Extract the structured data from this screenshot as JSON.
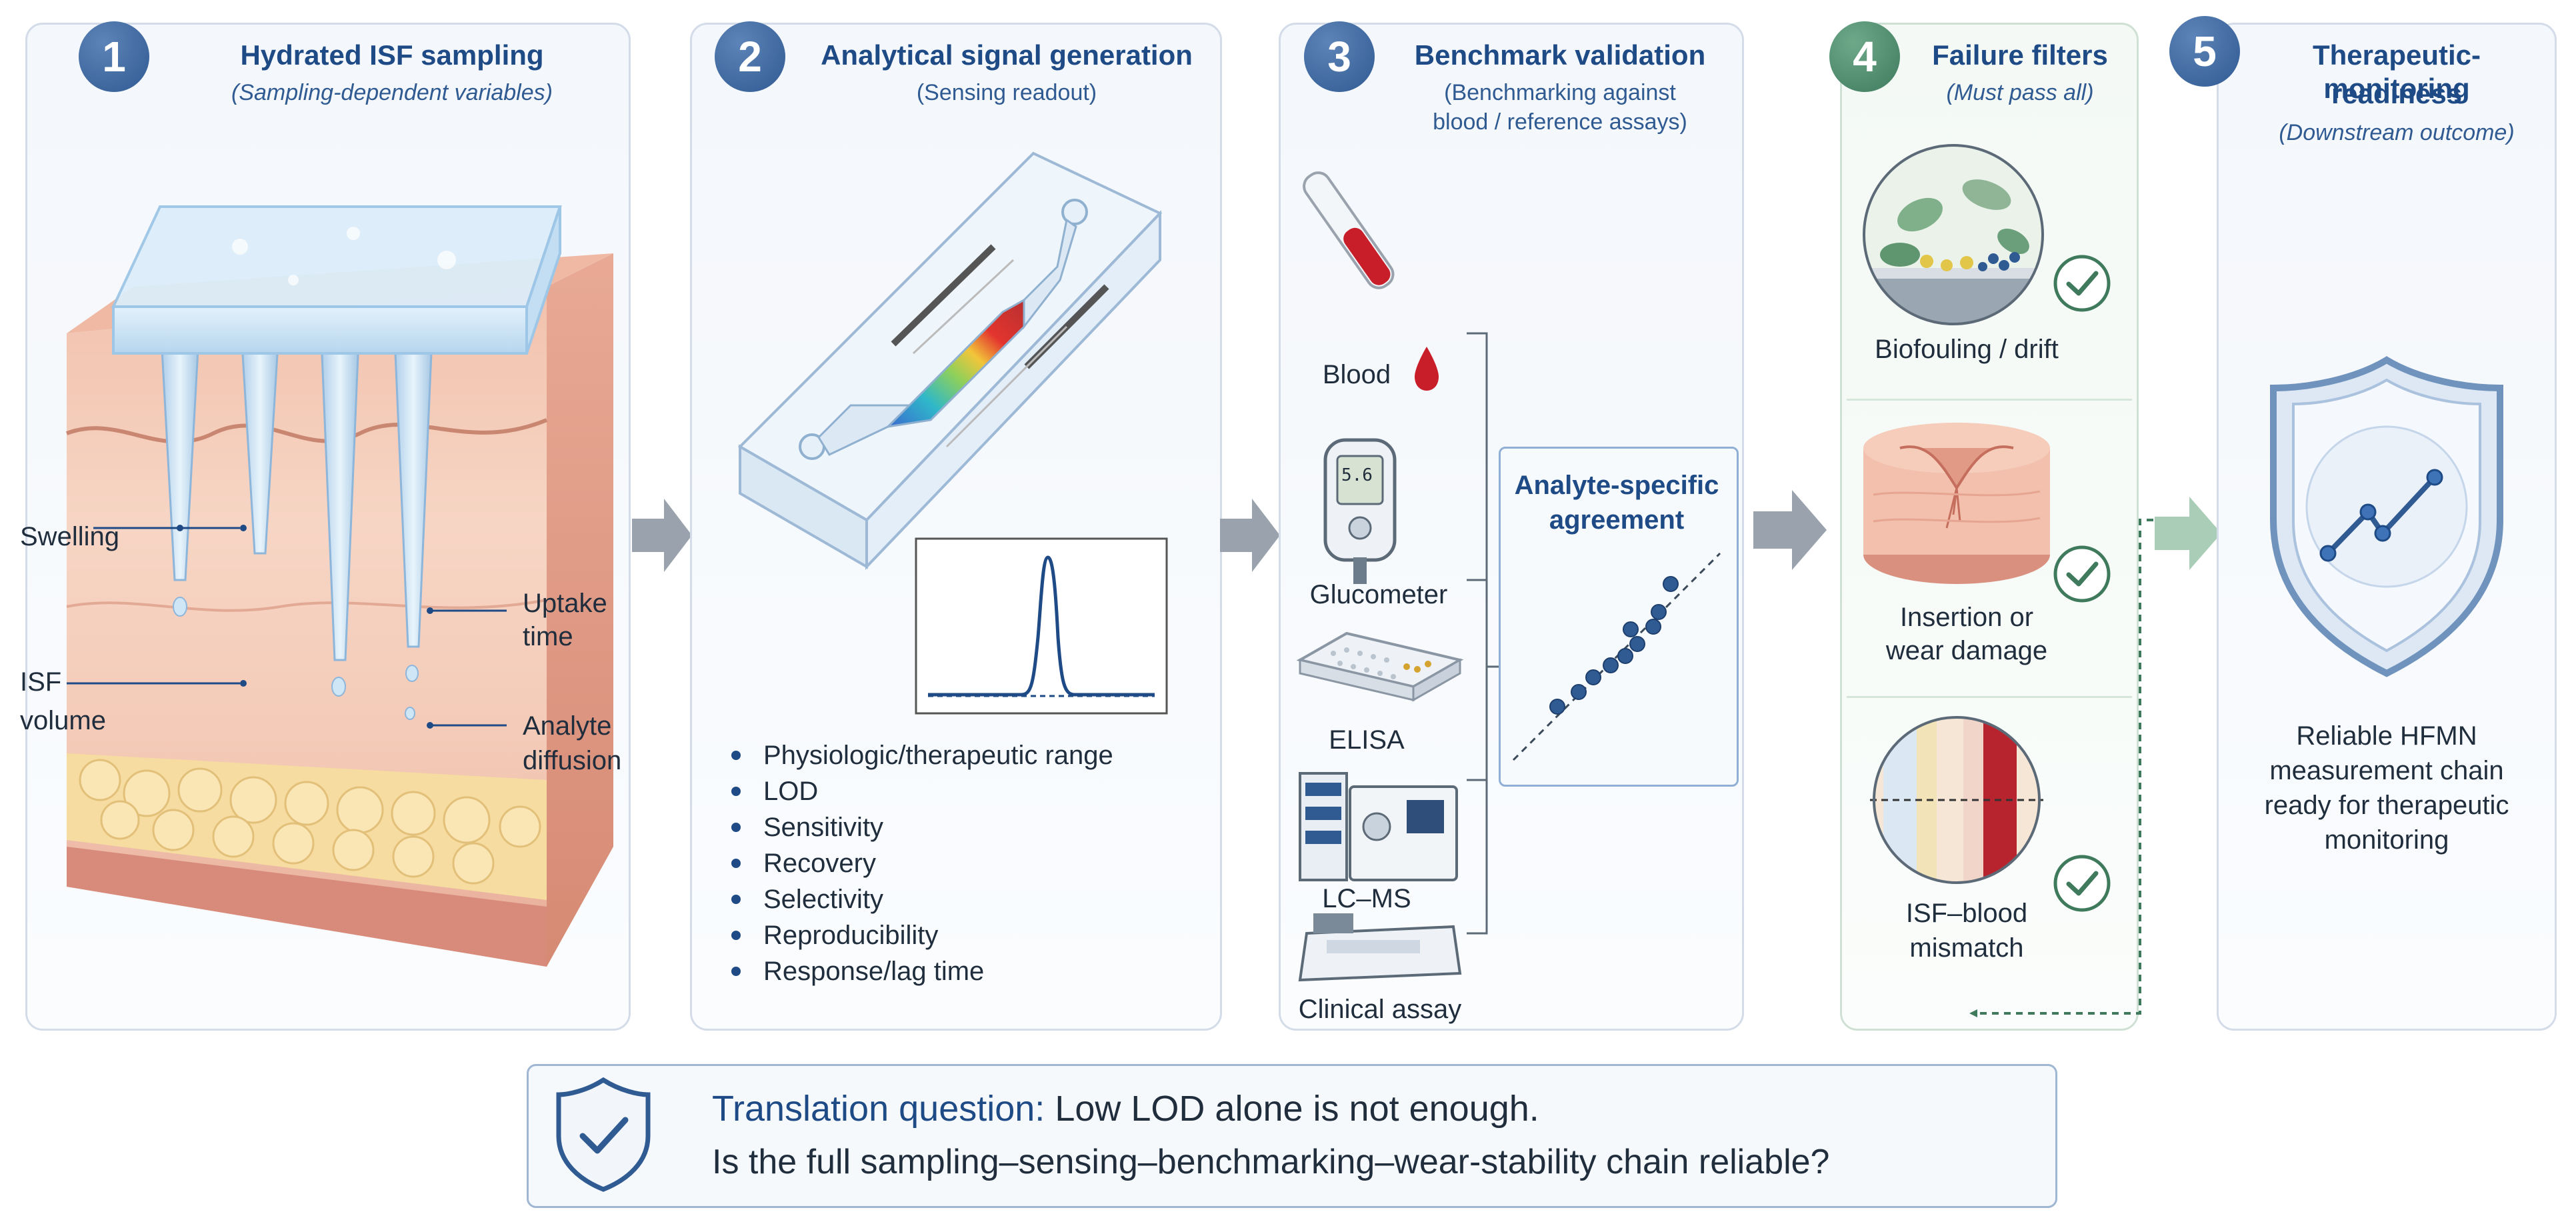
{
  "panels": [
    {
      "number": "1",
      "title": "Hydrated ISF sampling",
      "subtitle": "(Sampling-dependent variables)"
    },
    {
      "number": "2",
      "title": "Analytical signal generation",
      "subtitle": "(Sensing readout)"
    },
    {
      "number": "3",
      "title": "Benchmark validation",
      "subtitle_line1": "(Benchmarking against",
      "subtitle_line2": "blood / reference assays)"
    },
    {
      "number": "4",
      "title": "Failure filters",
      "subtitle": "(Must pass all)"
    },
    {
      "number": "5",
      "title_line1": "Therapeutic-monitoring",
      "title_line2": "readiness",
      "subtitle": "(Downstream outcome)"
    }
  ],
  "sampling_labels": {
    "swelling": "Swelling",
    "uptake_line1": "Uptake",
    "uptake_line2": "time",
    "isf_line1": "ISF",
    "isf_line2": "volume",
    "analyte_line1": "Analyte",
    "analyte_line2": "diffusion"
  },
  "sensing_metrics": [
    "Physiologic/therapeutic range",
    "LOD",
    "Sensitivity",
    "Recovery",
    "Selectivity",
    "Reproducibility",
    "Response/lag time"
  ],
  "references": {
    "blood": "Blood",
    "glucometer": "Glucometer",
    "glucometer_display": "5.6",
    "elisa": "ELISA",
    "lcms": "LC–MS",
    "clinical": "Clinical assay"
  },
  "agreement": {
    "line1": "Analyte-specific",
    "line2": "agreement"
  },
  "filters": [
    {
      "label": "Biofouling / drift"
    },
    {
      "label_line1": "Insertion or",
      "label_line2": "wear damage"
    },
    {
      "label_line1": "ISF–blood",
      "label_line2": "mismatch"
    }
  ],
  "outcome": {
    "line1": "Reliable HFMN",
    "line2": "measurement chain",
    "line3": "ready for therapeutic",
    "line4": "monitoring"
  },
  "question": {
    "label": "Translation question:",
    "text": "Low LOD alone is not enough.",
    "line2": "Is the full sampling–sensing–benchmarking–wear-stability chain reliable?"
  },
  "colors": {
    "primary": "#1e4a86",
    "accent_green": "#3f7a5d",
    "arrow_gray": "#9aa3ad",
    "blood_red": "#c81e2a"
  }
}
